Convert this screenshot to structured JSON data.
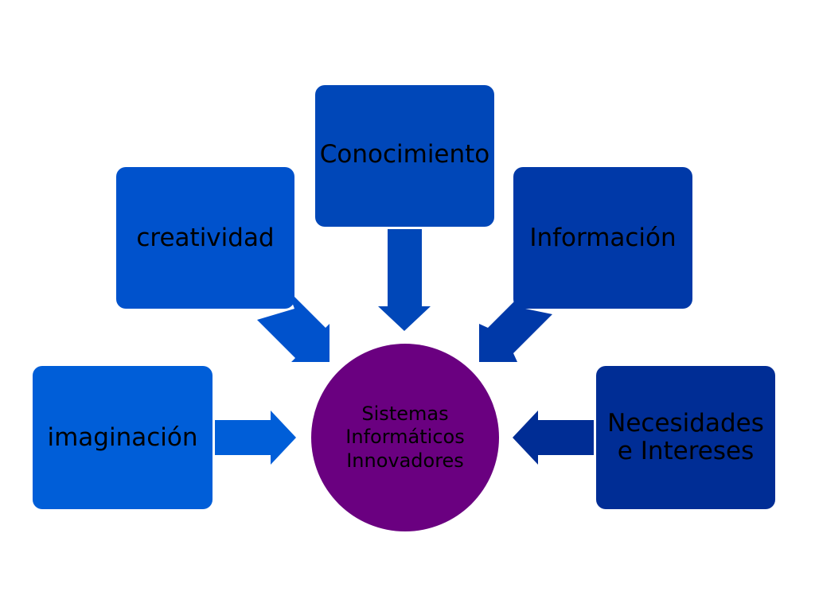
{
  "diagram": {
    "center": {
      "label": "Sistemas Informáticos Innovadores",
      "color": "#6A0080"
    },
    "nodes": [
      {
        "id": "conocimiento",
        "label": "Conocimiento",
        "color": "#0047B8"
      },
      {
        "id": "creatividad",
        "label": "creatividad",
        "color": "#0052CC"
      },
      {
        "id": "informacion",
        "label": "Información",
        "color": "#0039A8"
      },
      {
        "id": "imaginacion",
        "label": "imaginación",
        "color": "#005ED8"
      },
      {
        "id": "necesidades",
        "label": "Necesidades e Intereses",
        "color": "#002D95"
      }
    ],
    "edges": [
      {
        "from": "imaginacion",
        "to": "center",
        "color": "#005ED8"
      },
      {
        "from": "creatividad",
        "to": "center",
        "color": "#0052CC"
      },
      {
        "from": "conocimiento",
        "to": "center",
        "color": "#0047B8"
      },
      {
        "from": "informacion",
        "to": "center",
        "color": "#0039A8"
      },
      {
        "from": "necesidades",
        "to": "center",
        "color": "#002D95"
      }
    ],
    "background": "#FFFFFF"
  }
}
